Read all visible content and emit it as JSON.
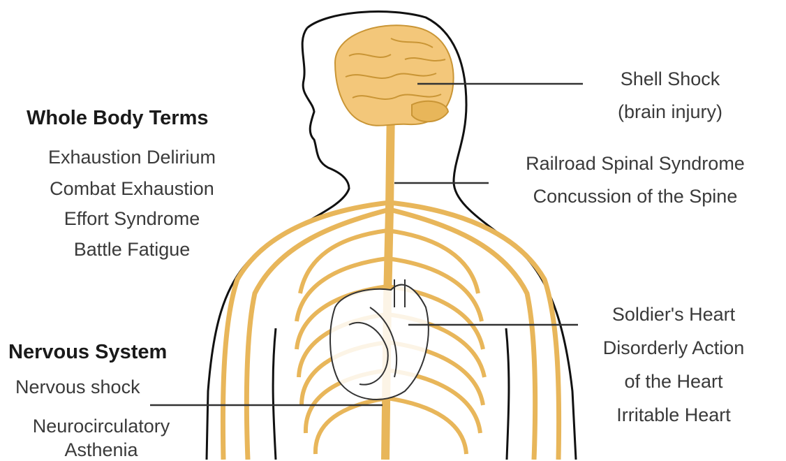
{
  "labels": {
    "whole_body": {
      "heading": "Whole Body Terms",
      "items": [
        "Exhaustion Delirium",
        "Combat Exhaustion",
        "Effort Syndrome",
        "Battle Fatigue"
      ]
    },
    "nervous_system": {
      "heading": "Nervous System",
      "items": [
        "Nervous shock",
        "Neurocirculatory",
        "Asthenia"
      ]
    },
    "brain": [
      "Shell Shock",
      "(brain injury)"
    ],
    "spine": [
      "Railroad Spinal Syndrome",
      "Concussion of the Spine"
    ],
    "heart": [
      "Soldier's Heart",
      "Disorderly Action",
      "of the Heart",
      "Irritable Heart"
    ]
  },
  "colors": {
    "nerve": "#e8b65a",
    "nerve_dark": "#c99535",
    "brain": "#f3c77a",
    "outline": "#111111"
  }
}
